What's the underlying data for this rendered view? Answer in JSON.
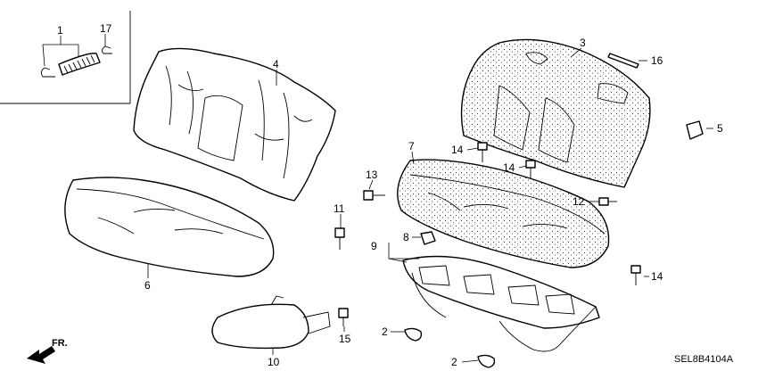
{
  "diagram": {
    "code": "SEL8B4104A",
    "direction_label": "FR.",
    "callouts": [
      {
        "id": "c1",
        "label": "1"
      },
      {
        "id": "c17",
        "label": "17"
      },
      {
        "id": "c4",
        "label": "4"
      },
      {
        "id": "c3",
        "label": "3"
      },
      {
        "id": "c16",
        "label": "16"
      },
      {
        "id": "c5",
        "label": "5"
      },
      {
        "id": "c7",
        "label": "7"
      },
      {
        "id": "c14a",
        "label": "14"
      },
      {
        "id": "c14b",
        "label": "14"
      },
      {
        "id": "c13",
        "label": "13"
      },
      {
        "id": "c12",
        "label": "12"
      },
      {
        "id": "c11",
        "label": "11"
      },
      {
        "id": "c8",
        "label": "8"
      },
      {
        "id": "c9",
        "label": "9"
      },
      {
        "id": "c14c",
        "label": "14"
      },
      {
        "id": "c6",
        "label": "6"
      },
      {
        "id": "c15",
        "label": "15"
      },
      {
        "id": "c2a",
        "label": "2"
      },
      {
        "id": "c10",
        "label": "10"
      },
      {
        "id": "c2b",
        "label": "2"
      }
    ]
  }
}
